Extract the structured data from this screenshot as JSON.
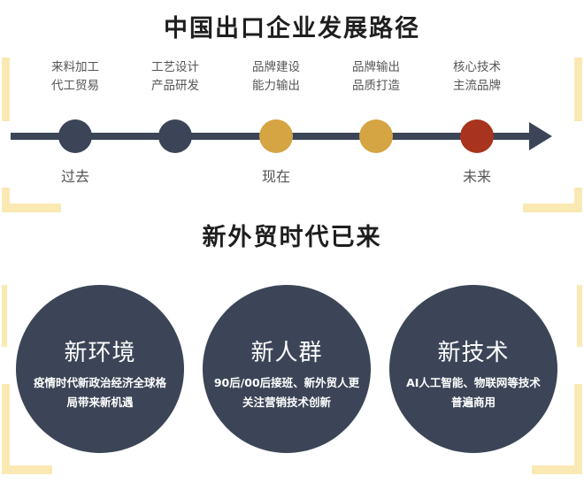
{
  "title_main": "中国出口企业发展路径",
  "title_sub": "新外贸时代已来",
  "colors": {
    "dark": "#3b4557",
    "gold": "#d5a443",
    "red": "#a8331e",
    "accent_bracket": "#fbe9b4"
  },
  "timeline": {
    "stages": [
      {
        "lines": [
          "来料加工",
          "代工贸易"
        ],
        "color": "#3b4557"
      },
      {
        "lines": [
          "工艺设计",
          "产品研发"
        ],
        "color": "#3b4557"
      },
      {
        "lines": [
          "品牌建设",
          "能力输出"
        ],
        "color": "#d5a443"
      },
      {
        "lines": [
          "品牌输出",
          "品质打造"
        ],
        "color": "#d5a443"
      },
      {
        "lines": [
          "核心技术",
          "主流品牌"
        ],
        "color": "#a8331e"
      }
    ],
    "eras": [
      "过去",
      "现在",
      "未来"
    ]
  },
  "circles": [
    {
      "title": "新环境",
      "lines": [
        "疫情时代新政治经济全球格",
        "局带来新机遇"
      ]
    },
    {
      "title": "新人群",
      "lines": [
        "90后/00后接班、新外贸人更",
        "关注营销技术创新"
      ]
    },
    {
      "title": "新技术",
      "lines": [
        "AI人工智能、物联网等技术",
        "普遍商用"
      ]
    }
  ]
}
